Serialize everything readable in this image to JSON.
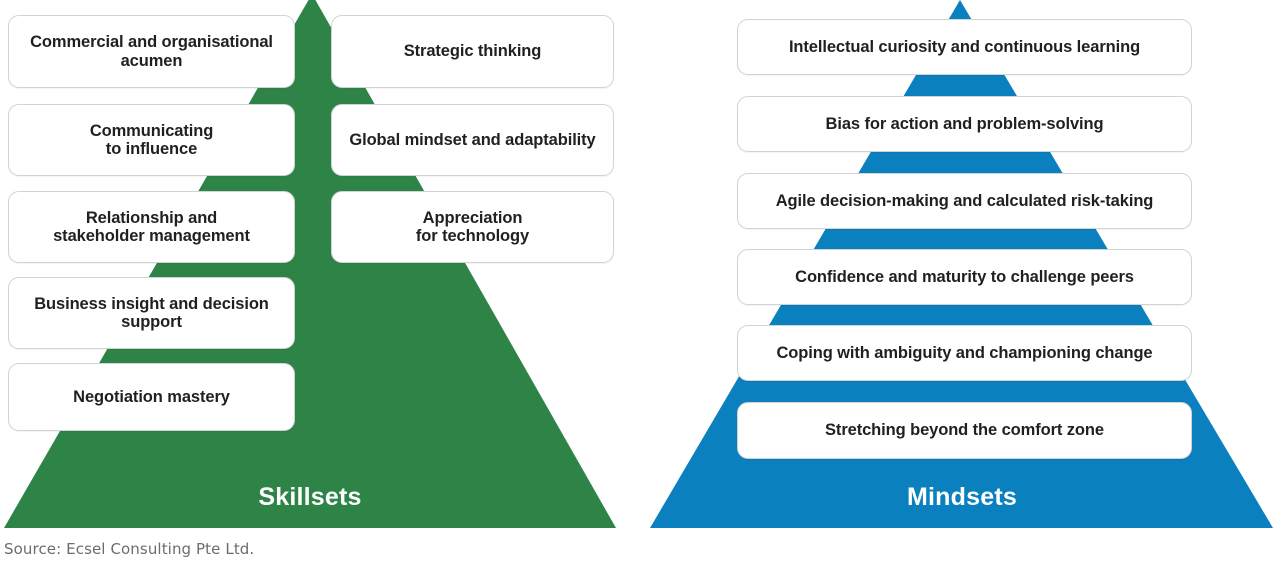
{
  "colors": {
    "skillsets_green": "#2E8446",
    "mindsets_blue": "#0B80BE",
    "card_border": "#d2d3d4",
    "text_dark": "#231f20",
    "source_gray": "#6a6d70"
  },
  "skillsets": {
    "base_label": "Skillsets",
    "left_column": [
      {
        "label": "Commercial and organisational acumen"
      },
      {
        "label": "Communicating\nto influence"
      },
      {
        "label": "Relationship and\nstakeholder management"
      },
      {
        "label": "Business insight and decision support"
      },
      {
        "label": "Negotiation mastery"
      }
    ],
    "right_column": [
      {
        "label": "Strategic thinking"
      },
      {
        "label": "Global mindset and adaptability"
      },
      {
        "label": "Appreciation\nfor technology"
      }
    ]
  },
  "mindsets": {
    "base_label": "Mindsets",
    "items": [
      {
        "label": "Intellectual curiosity and continuous learning"
      },
      {
        "label": "Bias for action and problem-solving"
      },
      {
        "label": "Agile decision-making and calculated risk-taking"
      },
      {
        "label": "Confidence and maturity to challenge peers"
      },
      {
        "label": "Coping with ambiguity and championing change"
      },
      {
        "label": "Stretching beyond the comfort zone"
      }
    ]
  },
  "footer": {
    "source": "Source: Ecsel Consulting Pte Ltd."
  }
}
